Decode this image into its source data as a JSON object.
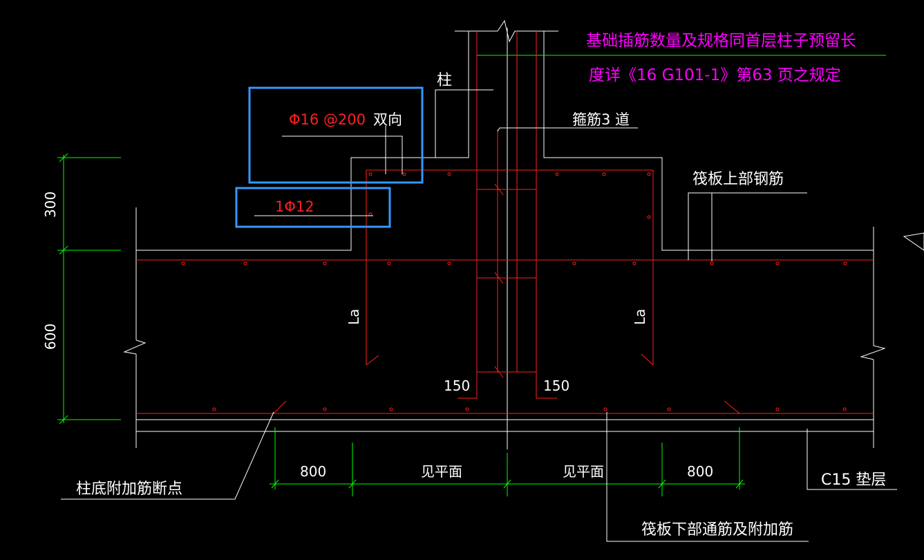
{
  "annotations": {
    "note_line1": "基础插筋数量及规格同首层柱子预留长",
    "note_line2": "度详《16 G101-1》第63 页之规定",
    "column": "柱",
    "stirrups": "箍筋3 道",
    "top_rebar": "筏板上部钢筋",
    "bottom_rebar": "筏板下部通筋及附加筋",
    "cut_point": "柱底附加筋断点",
    "cushion": "C15 垫层",
    "la_left": "La",
    "la_right": "La"
  },
  "highlights": {
    "rebar_mesh": "Φ16 @200",
    "rebar_mesh_dir": "双向",
    "single_bar": "1Φ12"
  },
  "dimensions": {
    "vertical_top": "300",
    "vertical_bottom": "600",
    "hook_left": "150",
    "hook_right": "150",
    "d_left": "800",
    "d_mid_left": "见平面",
    "d_mid_right": "见平面",
    "d_right": "800"
  },
  "colors": {
    "background": "#000000",
    "linework": "#ffffff",
    "rebar": "#ff2020",
    "dimension": "#00ff00",
    "note": "#ff00ff",
    "highlight": "#3399ff"
  }
}
